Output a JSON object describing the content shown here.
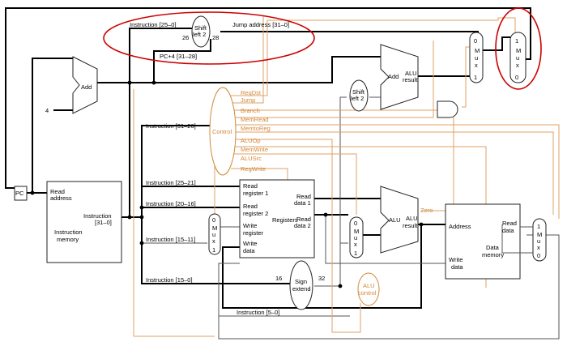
{
  "colors": {
    "datapath": "#000000",
    "wire": "#555555",
    "control": "#d2883a",
    "control_wire": "#e0a066",
    "highlight": "#cc0000"
  },
  "labels": {
    "instr_25_0": "Instruction [25–0]",
    "shift_left_2_top": "Shift",
    "shift_left_2_bot": "left 2",
    "bits_26": "26",
    "bits_28": "28",
    "jump_address": "Jump address [31–0]",
    "pc4_31_28": "PC+4 [31–28]",
    "add": "Add",
    "const_4": "4",
    "alu_add": "Add",
    "alu_result": "ALU",
    "alu_result2": "result",
    "mux": [
      "M",
      "u",
      "x"
    ],
    "mux_0": "0",
    "mux_1": "1",
    "control": "Control",
    "instr_31_26": "Instruction [31–26]",
    "pc": "PC",
    "read_address": "Read",
    "read_address2": "address",
    "instruction_out": "Instruction",
    "instruction_out2": "[31–0]",
    "instruction_memory": "Instruction",
    "instruction_memory2": "memory",
    "instr_25_21": "Instruction [25–21]",
    "instr_20_16": "Instruction [20–16]",
    "instr_15_11": "Instruction [15–11]",
    "instr_15_0": "Instruction [15–0]",
    "instr_5_0": "Instruction [5–0]",
    "read_register_1": "Read",
    "read_register_1b": "register 1",
    "read_register_2": "Read",
    "read_register_2b": "register 2",
    "write_register": "Write",
    "write_register2": "register",
    "write_data": "Write",
    "write_data2": "data",
    "registers": "Registers",
    "read_data_1": "Read",
    "read_data_1b": "data 1",
    "read_data_2": "Read",
    "read_data_2b": "data 2",
    "sign_extend": "Sign",
    "sign_extend2": "extend",
    "bits_16": "16",
    "bits_32": "32",
    "alu": "ALU",
    "zero": "Zero",
    "alu_control": "ALU",
    "alu_control2": "control",
    "address": "Address",
    "read_data": "Read",
    "read_data2": "data",
    "data_memory": "Data",
    "data_memory2": "memory",
    "dm_write_data": "Write",
    "dm_write_data2": "data"
  },
  "control_signals": [
    "RegDst",
    "Jump",
    "Branch",
    "MemRead",
    "MemtoReg",
    "ALUOp",
    "MemWrite",
    "ALUSrc",
    "RegWrite"
  ]
}
